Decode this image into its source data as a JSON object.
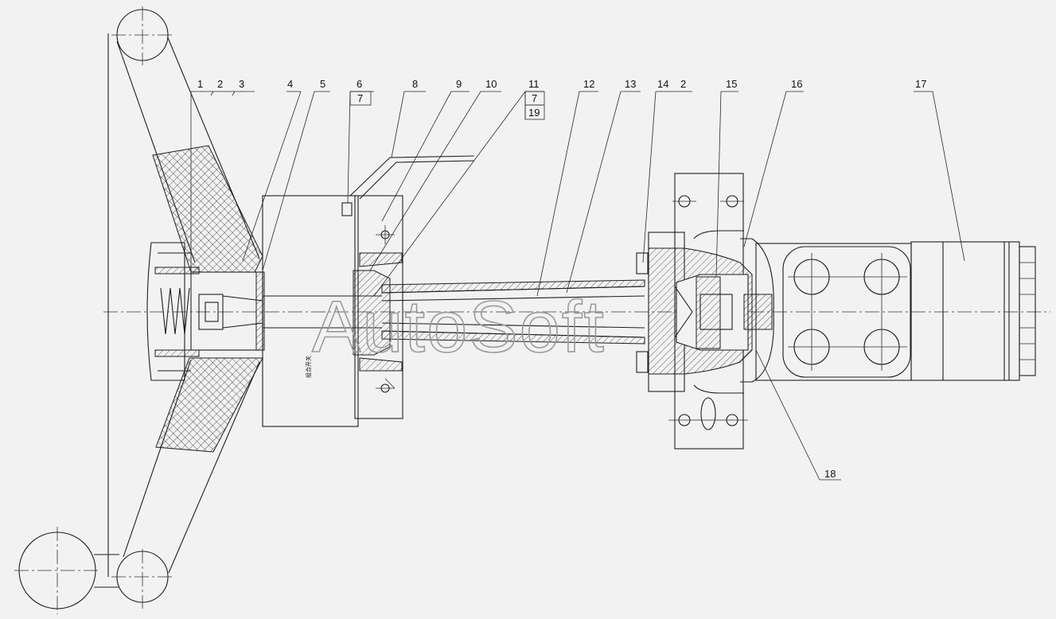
{
  "watermark": "AutoSoft",
  "component_note": "组合开关",
  "callouts": [
    {
      "id": "1",
      "text": "1"
    },
    {
      "id": "2a",
      "text": "2"
    },
    {
      "id": "3",
      "text": "3"
    },
    {
      "id": "4",
      "text": "4"
    },
    {
      "id": "5",
      "text": "5"
    },
    {
      "id": "6",
      "text": "6"
    },
    {
      "id": "6sub",
      "text": "7"
    },
    {
      "id": "8",
      "text": "8"
    },
    {
      "id": "9",
      "text": "9"
    },
    {
      "id": "10",
      "text": "10"
    },
    {
      "id": "11",
      "text": "11"
    },
    {
      "id": "11sub1",
      "text": "7"
    },
    {
      "id": "11sub2",
      "text": "19"
    },
    {
      "id": "12",
      "text": "12"
    },
    {
      "id": "13",
      "text": "13"
    },
    {
      "id": "14",
      "text": "14"
    },
    {
      "id": "2b",
      "text": "2"
    },
    {
      "id": "15",
      "text": "15"
    },
    {
      "id": "16",
      "text": "16"
    },
    {
      "id": "17",
      "text": "17"
    },
    {
      "id": "18",
      "text": "18"
    }
  ]
}
